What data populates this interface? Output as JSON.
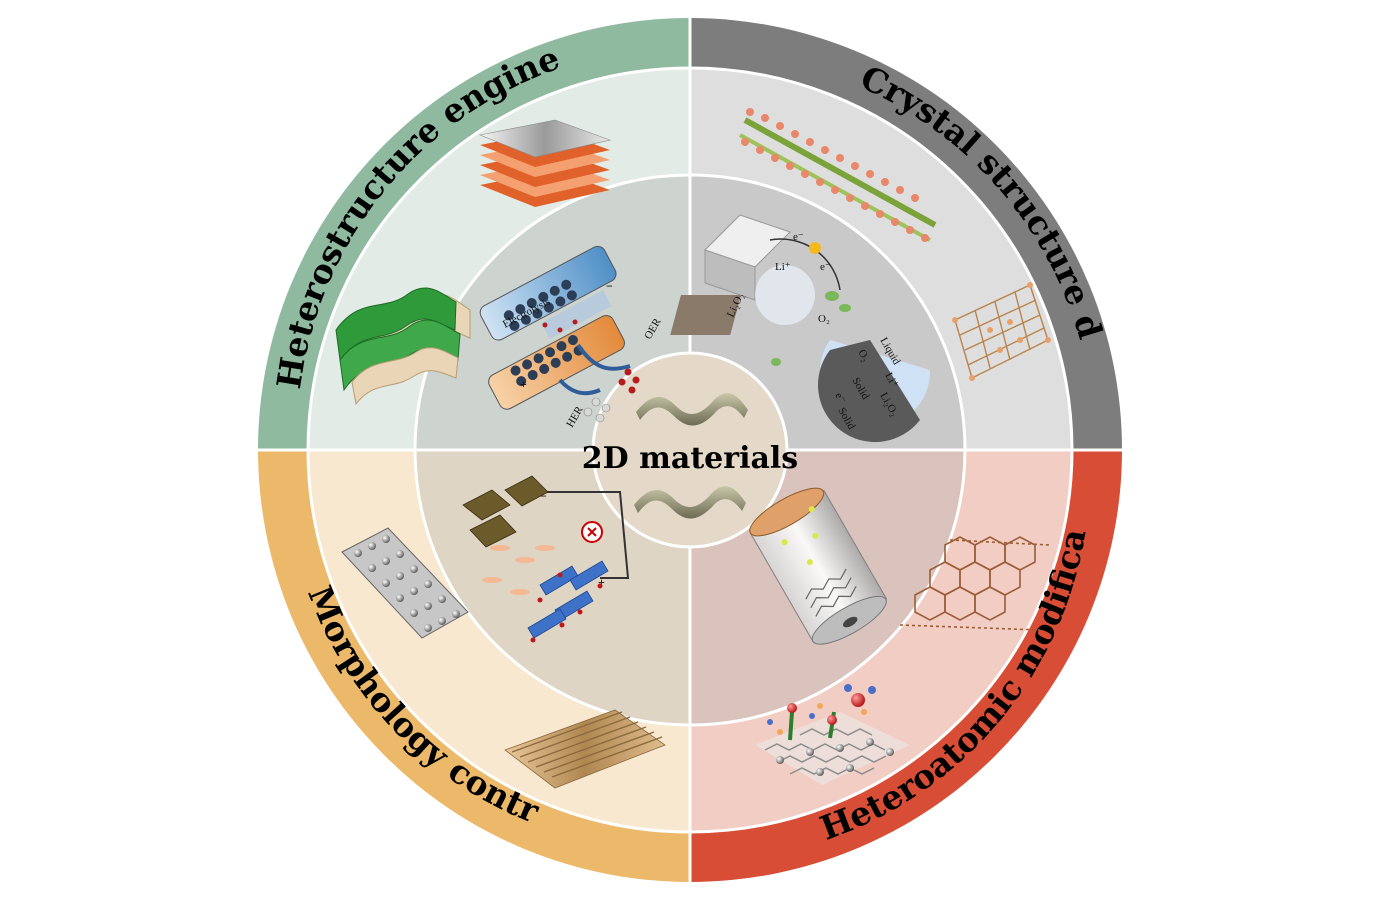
{
  "center": {
    "title": "2D materials"
  },
  "quadrants": {
    "heterostructure": {
      "title": "Heterostructure engineering",
      "labels": {
        "electrolysis": "Electrolysis",
        "oer": "OER",
        "her": "HER",
        "minus": "−",
        "plus": "+"
      }
    },
    "crystal": {
      "title": "Crystal structure design",
      "labels": {
        "li_plus": "Li⁺",
        "li2o2": "Li₂O₂",
        "o2": "O₂",
        "liquid": "Liquid",
        "solid": "Solid",
        "solid2": "Solid",
        "li_plus2": "Li⁺",
        "li2o2_2": "Li₂O₂",
        "o2_2": "O₂",
        "e_minus": "e⁻",
        "e_minus2": "e⁻",
        "e_minus3": "e⁻"
      }
    },
    "morphology": {
      "title": "Morphology control"
    },
    "heteroatomic": {
      "title": "Heteroatomic modification"
    }
  },
  "colors": {
    "heterostructure_outer": "#8fba9f",
    "heterostructure_inner": "#e2ebe5",
    "crystal_outer": "#7d7d7d",
    "crystal_inner": "#dedede",
    "morphology_outer": "#ecb96a",
    "morphology_inner": "#f8e8cf",
    "heteroatomic_outer": "#d84d35",
    "heteroatomic_inner": "#f2cdc4",
    "center_fill": "#e4d9c9"
  }
}
